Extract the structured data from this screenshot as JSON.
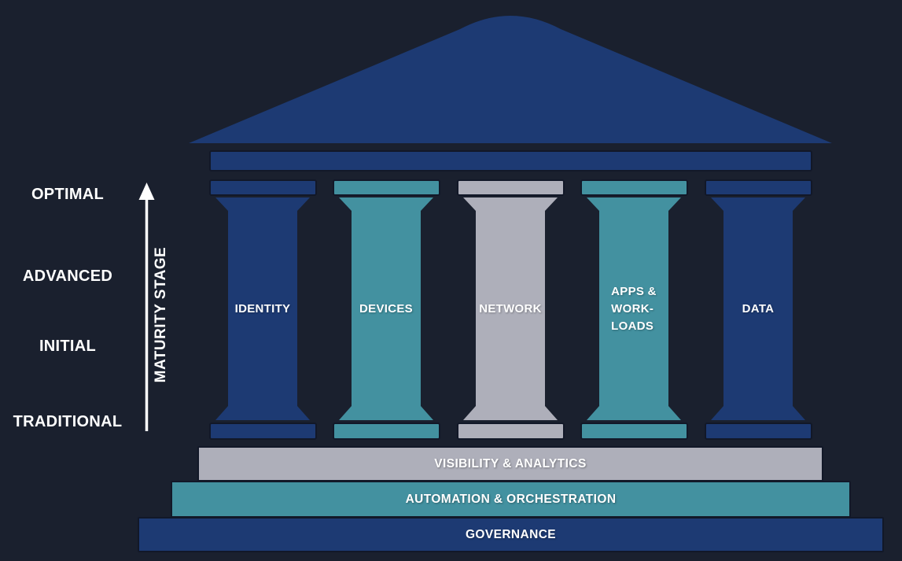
{
  "colors": {
    "background": "#1A202E",
    "dark_blue": "#1D3A73",
    "teal": "#4391A0",
    "gray": "#AEAFBA",
    "text": "#FFFFFF"
  },
  "maturity_axis": {
    "title": "MATURITY STAGE",
    "stages": [
      {
        "label": "OPTIMAL"
      },
      {
        "label": "ADVANCED"
      },
      {
        "label": "INITIAL"
      },
      {
        "label": "TRADITIONAL"
      }
    ]
  },
  "pillars": [
    {
      "label": "IDENTITY",
      "color": "#1D3A73"
    },
    {
      "label": "DEVICES",
      "color": "#4391A0"
    },
    {
      "label": "NETWORK",
      "color": "#AEAFBA"
    },
    {
      "label": "APPS &\nWORK-\nLOADS",
      "color": "#4391A0"
    },
    {
      "label": "DATA",
      "color": "#1D3A73"
    }
  ],
  "foundations": [
    {
      "label": "VISIBILITY & ANALYTICS",
      "color": "#AEAFBA"
    },
    {
      "label": "AUTOMATION & ORCHESTRATION",
      "color": "#4391A0"
    },
    {
      "label": "GOVERNANCE",
      "color": "#1D3A73"
    }
  ]
}
